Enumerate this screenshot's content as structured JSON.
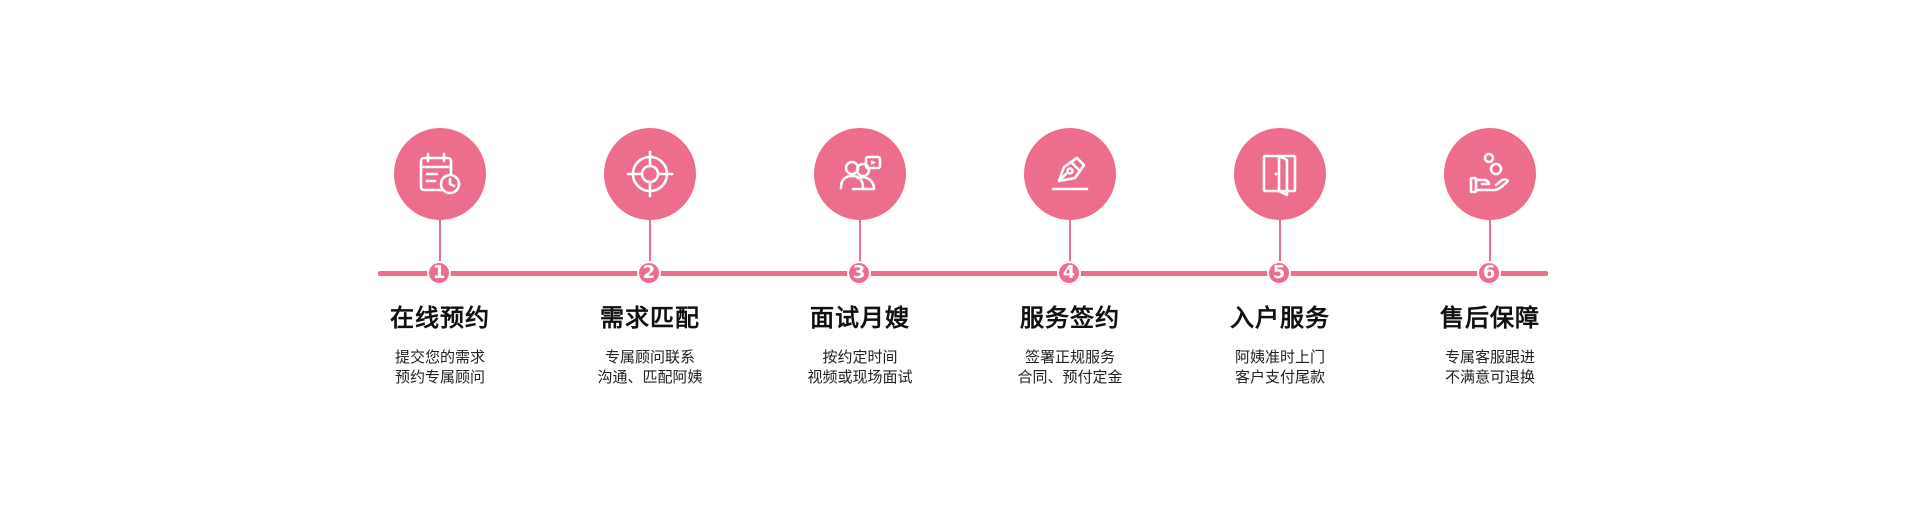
{
  "timeline": {
    "accent_color": "#ec6d8c",
    "steps": [
      {
        "number": "1",
        "icon": "calendar-clock-icon",
        "title": "在线预约",
        "desc_line1": "提交您的需求",
        "desc_line2": "预约专属顾问"
      },
      {
        "number": "2",
        "icon": "target-icon",
        "title": "需求匹配",
        "desc_line1": "专属顾问联系",
        "desc_line2": "沟通、匹配阿姨"
      },
      {
        "number": "3",
        "icon": "people-video-icon",
        "title": "面试月嫂",
        "desc_line1": "按约定时间",
        "desc_line2": "视频或现场面试"
      },
      {
        "number": "4",
        "icon": "pen-sign-icon",
        "title": "服务签约",
        "desc_line1": "签署正规服务",
        "desc_line2": "合同、预付定金"
      },
      {
        "number": "5",
        "icon": "door-icon",
        "title": "入户服务",
        "desc_line1": "阿姨准时上门",
        "desc_line2": "客户支付尾款"
      },
      {
        "number": "6",
        "icon": "hand-coins-icon",
        "title": "售后保障",
        "desc_line1": "专属客服跟进",
        "desc_line2": "不满意可退换"
      }
    ]
  }
}
